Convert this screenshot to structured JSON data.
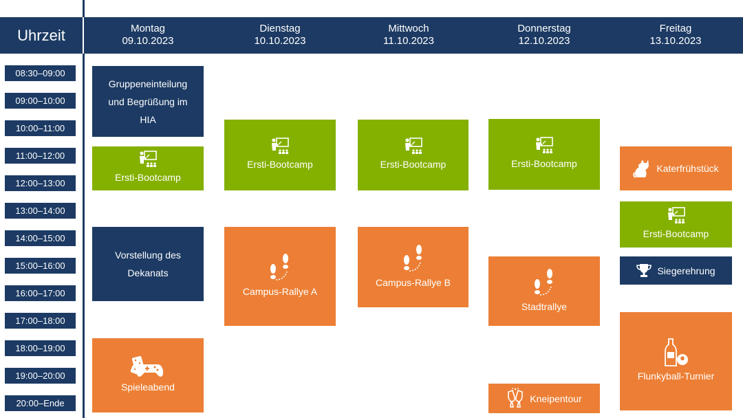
{
  "header": {
    "time_label": "Uhrzeit",
    "days": [
      {
        "name": "Montag",
        "date": "09.10.2023"
      },
      {
        "name": "Dienstag",
        "date": "10.10.2023"
      },
      {
        "name": "Mittwoch",
        "date": "11.10.2023"
      },
      {
        "name": "Donnerstag",
        "date": "12.10.2023"
      },
      {
        "name": "Freitag",
        "date": "13.10.2023"
      }
    ]
  },
  "time_slots": [
    "08:30–09:00",
    "09:00–10:00",
    "10:00–11:00",
    "11:00–12:00",
    "12:00–13:00",
    "13:00–14:00",
    "14:00–15:00",
    "15:00–16:00",
    "16:00–17:00",
    "17:00–18:00",
    "18:00–19:00",
    "19:00–20:00",
    "20:00–Ende"
  ],
  "events": {
    "mon_welcome": {
      "title": "Gruppeneinteilung und Begrüßung im HIA"
    },
    "mon_bootcamp": {
      "title": "Ersti-Bootcamp",
      "icon": "teacher-icon"
    },
    "mon_dekanat": {
      "title": "Vorstellung des Dekanats"
    },
    "mon_spieleabend": {
      "title": "Spieleabend",
      "icon": "games-icon"
    },
    "tue_bootcamp": {
      "title": "Ersti-Bootcamp",
      "icon": "teacher-icon"
    },
    "tue_rallye": {
      "title": "Campus-Rallye A",
      "icon": "footsteps-icon"
    },
    "wed_bootcamp": {
      "title": "Ersti-Bootcamp",
      "icon": "teacher-icon"
    },
    "wed_rallye": {
      "title": "Campus-Rallye B",
      "icon": "footsteps-icon"
    },
    "thu_bootcamp": {
      "title": "Ersti-Bootcamp",
      "icon": "teacher-icon"
    },
    "thu_stadtrallye": {
      "title": "Stadtrallye",
      "icon": "footsteps-icon"
    },
    "thu_kneipentour": {
      "title": "Kneipentour",
      "icon": "champagne-glasses-icon"
    },
    "fri_kater": {
      "title": "Katerfrühstück",
      "icon": "cat-icon"
    },
    "fri_bootcamp": {
      "title": "Ersti-Bootcamp",
      "icon": "teacher-icon"
    },
    "fri_sieger": {
      "title": "Siegerehrung",
      "icon": "trophy-icon"
    },
    "fri_flunkyball": {
      "title": "Flunkyball-Turnier",
      "icon": "bottle-ball-icon"
    }
  },
  "colors": {
    "navy": "#1c3a63",
    "green": "#84b000",
    "orange": "#ec7f35"
  }
}
